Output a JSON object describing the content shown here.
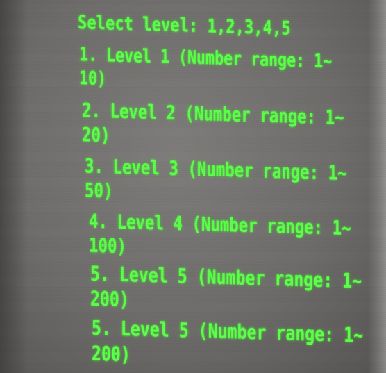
{
  "terminal": {
    "text_color": "#5dff4a",
    "background_color": "#6f6d6b",
    "prompt": "Select level: 1,2,3,4,5",
    "levels": [
      {
        "line1": "1. Level 1 (Number range: 1~",
        "line2": "10)"
      },
      {
        "line1": "2. Level 2 (Number range: 1~",
        "line2": "20)"
      },
      {
        "line1": "3. Level 3 (Number range: 1~",
        "line2": "50)"
      },
      {
        "line1": "4. Level 4 (Number range: 1~",
        "line2": "100)"
      },
      {
        "line1": "5. Level 5 (Number range: 1~",
        "line2": "200)"
      },
      {
        "line1": "5. Level 5 (Number range: 1~",
        "line2": "200)"
      }
    ]
  }
}
